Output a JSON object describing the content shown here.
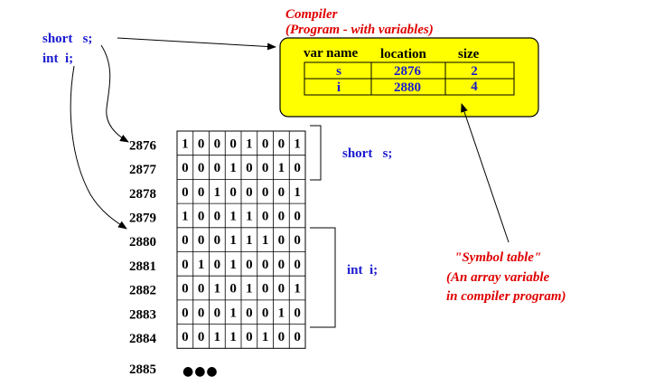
{
  "declarations": {
    "short_line": "short   s;",
    "int_line": "int  i;"
  },
  "compiler": {
    "title": "Compiler",
    "subtitle": "(Program - with variables)",
    "box_color": "#ffff00"
  },
  "symbol_table": {
    "headers": [
      "var name",
      "location",
      "size"
    ],
    "rows": [
      {
        "name": "s",
        "location": "2876",
        "size": "2"
      },
      {
        "name": "i",
        "location": "2880",
        "size": "4"
      }
    ]
  },
  "memory": {
    "rows": [
      {
        "address": "2876",
        "bits": [
          "1",
          "0",
          "0",
          "0",
          "1",
          "0",
          "0",
          "1"
        ]
      },
      {
        "address": "2877",
        "bits": [
          "0",
          "0",
          "0",
          "1",
          "0",
          "0",
          "1",
          "0"
        ]
      },
      {
        "address": "2878",
        "bits": [
          "0",
          "0",
          "1",
          "0",
          "0",
          "0",
          "0",
          "1"
        ]
      },
      {
        "address": "2879",
        "bits": [
          "1",
          "0",
          "0",
          "1",
          "1",
          "0",
          "0",
          "0"
        ]
      },
      {
        "address": "2880",
        "bits": [
          "0",
          "0",
          "0",
          "1",
          "1",
          "1",
          "0",
          "0"
        ]
      },
      {
        "address": "2881",
        "bits": [
          "0",
          "1",
          "0",
          "1",
          "0",
          "0",
          "0",
          "0"
        ]
      },
      {
        "address": "2882",
        "bits": [
          "0",
          "0",
          "1",
          "0",
          "1",
          "0",
          "0",
          "1"
        ]
      },
      {
        "address": "2883",
        "bits": [
          "0",
          "0",
          "0",
          "1",
          "0",
          "0",
          "1",
          "0"
        ]
      },
      {
        "address": "2884",
        "bits": [
          "0",
          "0",
          "1",
          "1",
          "0",
          "1",
          "0",
          "0"
        ]
      }
    ],
    "last_address": "2885",
    "ellipsis": "●●●"
  },
  "brace_labels": {
    "short": "short   s;",
    "int": "int  i;"
  },
  "annotation": {
    "line1": "\"Symbol table\"",
    "line2": "(An array variable",
    "line3": "in compiler program)"
  },
  "colors": {
    "blue": "#1a1ad0",
    "red": "#e00000",
    "yellow": "#ffff00"
  }
}
